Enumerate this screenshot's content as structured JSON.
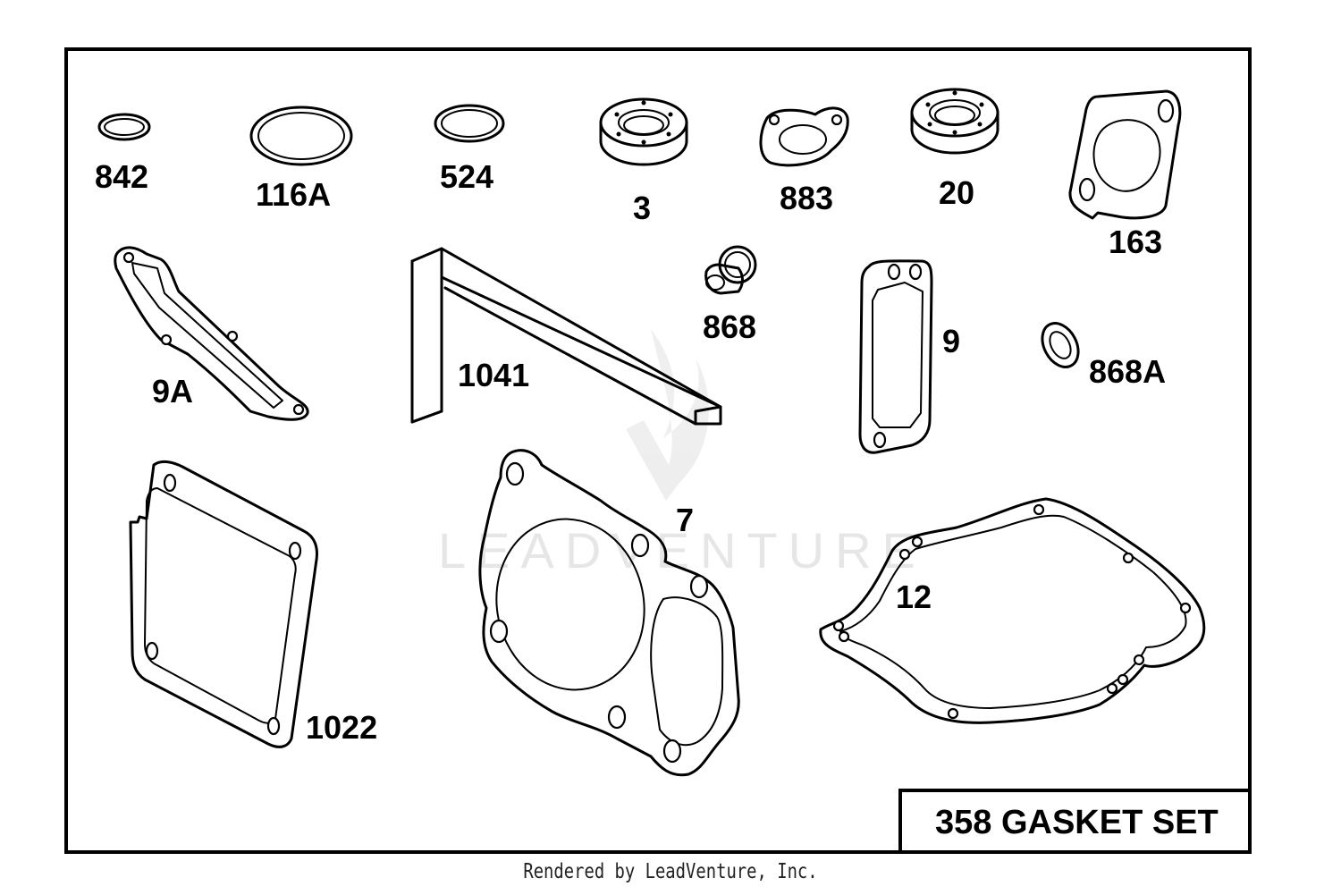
{
  "diagram": {
    "title": "358 GASKET SET",
    "watermark": "LEADVENTURE",
    "footer": "Rendered by LeadVenture, Inc.",
    "parts": [
      {
        "id": "842",
        "label": "842",
        "shape": "o-ring"
      },
      {
        "id": "116A",
        "label": "116A",
        "shape": "o-ring"
      },
      {
        "id": "524",
        "label": "524",
        "shape": "o-ring"
      },
      {
        "id": "3",
        "label": "3",
        "shape": "oil-seal"
      },
      {
        "id": "883",
        "label": "883",
        "shape": "gasket"
      },
      {
        "id": "20",
        "label": "20",
        "shape": "oil-seal"
      },
      {
        "id": "163",
        "label": "163",
        "shape": "gasket"
      },
      {
        "id": "9A",
        "label": "9A",
        "shape": "gasket"
      },
      {
        "id": "1041",
        "label": "1041",
        "shape": "seal-strip"
      },
      {
        "id": "868",
        "label": "868",
        "shape": "valve-seal"
      },
      {
        "id": "9",
        "label": "9",
        "shape": "gasket"
      },
      {
        "id": "868A",
        "label": "868A",
        "shape": "washer"
      },
      {
        "id": "1022",
        "label": "1022",
        "shape": "gasket"
      },
      {
        "id": "7",
        "label": "7",
        "shape": "cylinder-head-gasket"
      },
      {
        "id": "12",
        "label": "12",
        "shape": "crankcase-gasket"
      }
    ],
    "colors": {
      "line": "#000000",
      "background": "#ffffff",
      "watermark": "#e4e4e4"
    }
  }
}
